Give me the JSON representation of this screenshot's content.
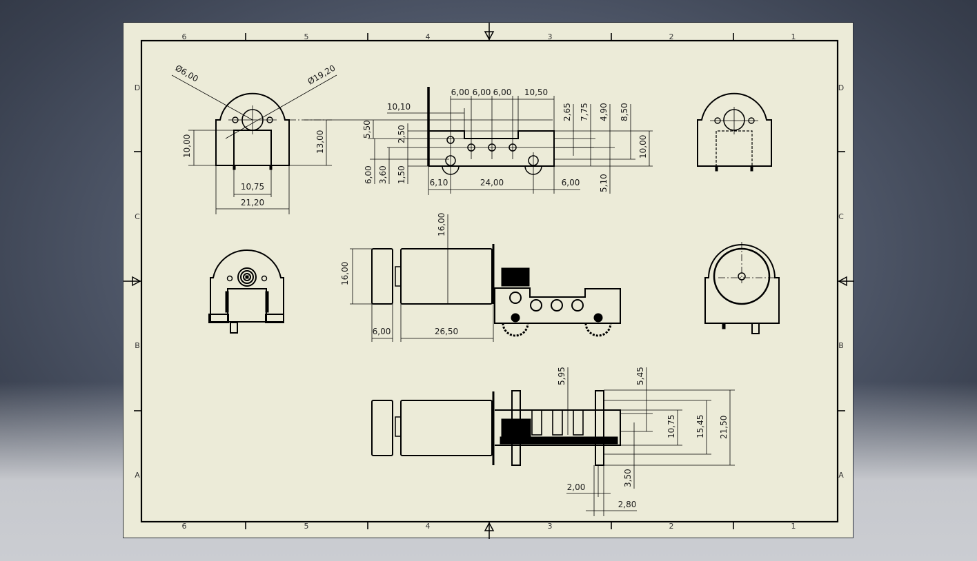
{
  "sheet": {
    "background_color": "#ecebd8",
    "border_zones_top": [
      "6",
      "5",
      "4",
      "3",
      "2",
      "1"
    ],
    "border_zones_bottom": [
      "6",
      "5",
      "4",
      "3",
      "2",
      "1"
    ],
    "border_zones_left": [
      "D",
      "C",
      "B",
      "A"
    ],
    "border_zones_right": [
      "D",
      "C",
      "B",
      "A"
    ]
  },
  "views": {
    "front_dimensioned": {
      "dia_small": "Ø6,00",
      "dia_large": "Ø19,20",
      "height_10": "10,00",
      "height_13": "13,00",
      "width_inner": "10,75",
      "width_outer": "21,20"
    },
    "top_plate": {
      "d_10_10": "10,10",
      "d_6_00_a": "6,00",
      "d_6_00_b": "6,00",
      "d_6_00_c": "6,00",
      "d_10_50": "10,50",
      "d_5_50": "5,50",
      "d_2_50": "2,50",
      "d_6_00_v": "6,00",
      "d_3_60": "3,60",
      "d_1_50": "1,50",
      "d_6_10": "6,10",
      "d_24_00": "24,00",
      "d_6_00_r": "6,00",
      "d_2_65": "2,65",
      "d_7_75": "7,75",
      "d_4_90": "4,90",
      "d_8_50": "8,50",
      "d_10_00": "10,00",
      "d_5_10": "5,10"
    },
    "side_motor": {
      "d_16_00_top": "16,00",
      "d_16_00_left": "16,00",
      "d_6_00": "6,00",
      "d_26_50": "26,50"
    },
    "bottom_assembly": {
      "d_5_95": "5,95",
      "d_5_45": "5,45",
      "d_10_75": "10,75",
      "d_15_45": "15,45",
      "d_21_50": "21,50",
      "d_3_50": "3,50",
      "d_2_00": "2,00",
      "d_2_80": "2,80"
    }
  }
}
